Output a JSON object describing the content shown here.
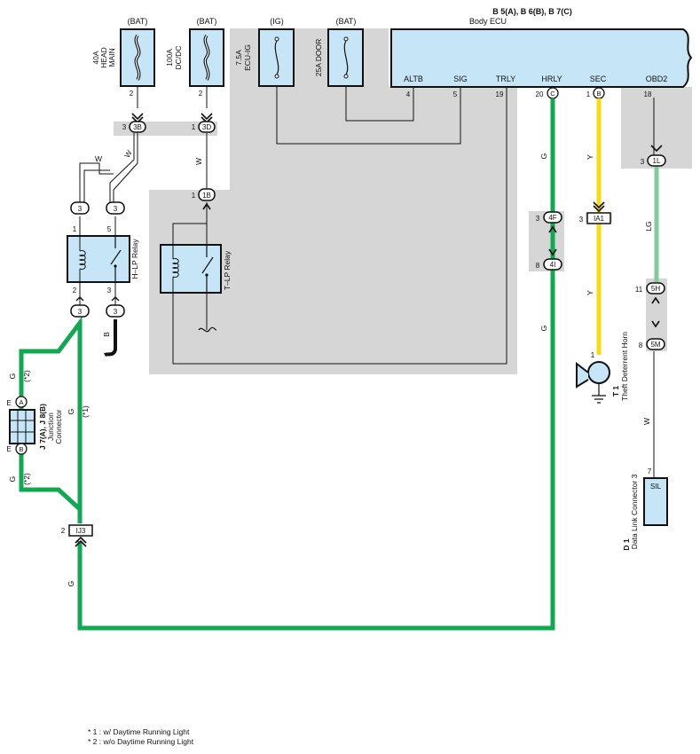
{
  "ecu": {
    "title": "B 5(A), B 6(B), B 7(C)",
    "subtitle": "Body ECU",
    "pins": [
      {
        "label": "ALTB",
        "num": "4"
      },
      {
        "label": "SIG",
        "num": "5"
      },
      {
        "label": "TRLY",
        "num": "19"
      },
      {
        "label": "HRLY",
        "num": "20",
        "conn": "C"
      },
      {
        "label": "SEC",
        "num": "1",
        "conn": "B"
      },
      {
        "label": "OBD2",
        "num": "18"
      }
    ]
  },
  "fuses": [
    {
      "source": "(BAT)",
      "name_lines": [
        "40A",
        "HEAD",
        "MAIN"
      ],
      "pin": "2"
    },
    {
      "source": "(BAT)",
      "name_lines": [
        "100A",
        "DC/DC"
      ],
      "pin": "2"
    },
    {
      "source": "(IG)",
      "name_lines": [
        "7.5A",
        "ECU-IG"
      ]
    },
    {
      "source": "(BAT)",
      "name_lines": [
        "25A DOOR"
      ]
    }
  ],
  "connectors": {
    "c3B": {
      "label": "3B",
      "pin": "3"
    },
    "c3D": {
      "label": "3D",
      "pin": "1"
    },
    "c1B": {
      "label": "1B",
      "pin": "1"
    },
    "c1L": {
      "label": "1L",
      "pin": "3"
    },
    "c4F": {
      "label": "4F",
      "pin": "3"
    },
    "c4I": {
      "label": "4I",
      "pin": "8"
    },
    "cIA1": {
      "label": "IA1",
      "pin": "3"
    },
    "c5H": {
      "label": "5H",
      "pin": "11"
    },
    "c5M": {
      "label": "5M",
      "pin": "8"
    },
    "cIJ3": {
      "label": "IJ3",
      "pin": "2"
    }
  },
  "hlp_relay": {
    "name": "H–LP Relay",
    "pin_labels": [
      "3",
      "3",
      "3",
      "3"
    ],
    "pin_nums": [
      "1",
      "5",
      "2",
      "3"
    ]
  },
  "tlp_relay": {
    "name": "T–LP Relay"
  },
  "junction": {
    "title": "J 7(A), J 8(B)",
    "lines": [
      "Junction",
      "Connector"
    ],
    "top": "A",
    "bottom": "B",
    "side_label": "E"
  },
  "horn": {
    "code": "T 1",
    "name": "Theft Deterrent Horn",
    "pin": "1"
  },
  "dlc": {
    "code": "D 1",
    "name": "Data Link Connector 3",
    "box_label": "SIL",
    "pin": "7"
  },
  "wires": {
    "w": "W",
    "g": "G",
    "y": "Y",
    "lg": "LG",
    "b": "B",
    "star1": "(*1)",
    "star2": "(*2)"
  },
  "footnotes": [
    "* 1 : w/ Daytime Running Light",
    "* 2 : w/o Daytime Running Light"
  ],
  "colors": {
    "green": "#10a850",
    "yellow": "#f7dc10",
    "lightgreen": "#80cc98",
    "gray": "#d6d6d6",
    "blue": "#c6e6f8",
    "black": "#111111"
  }
}
